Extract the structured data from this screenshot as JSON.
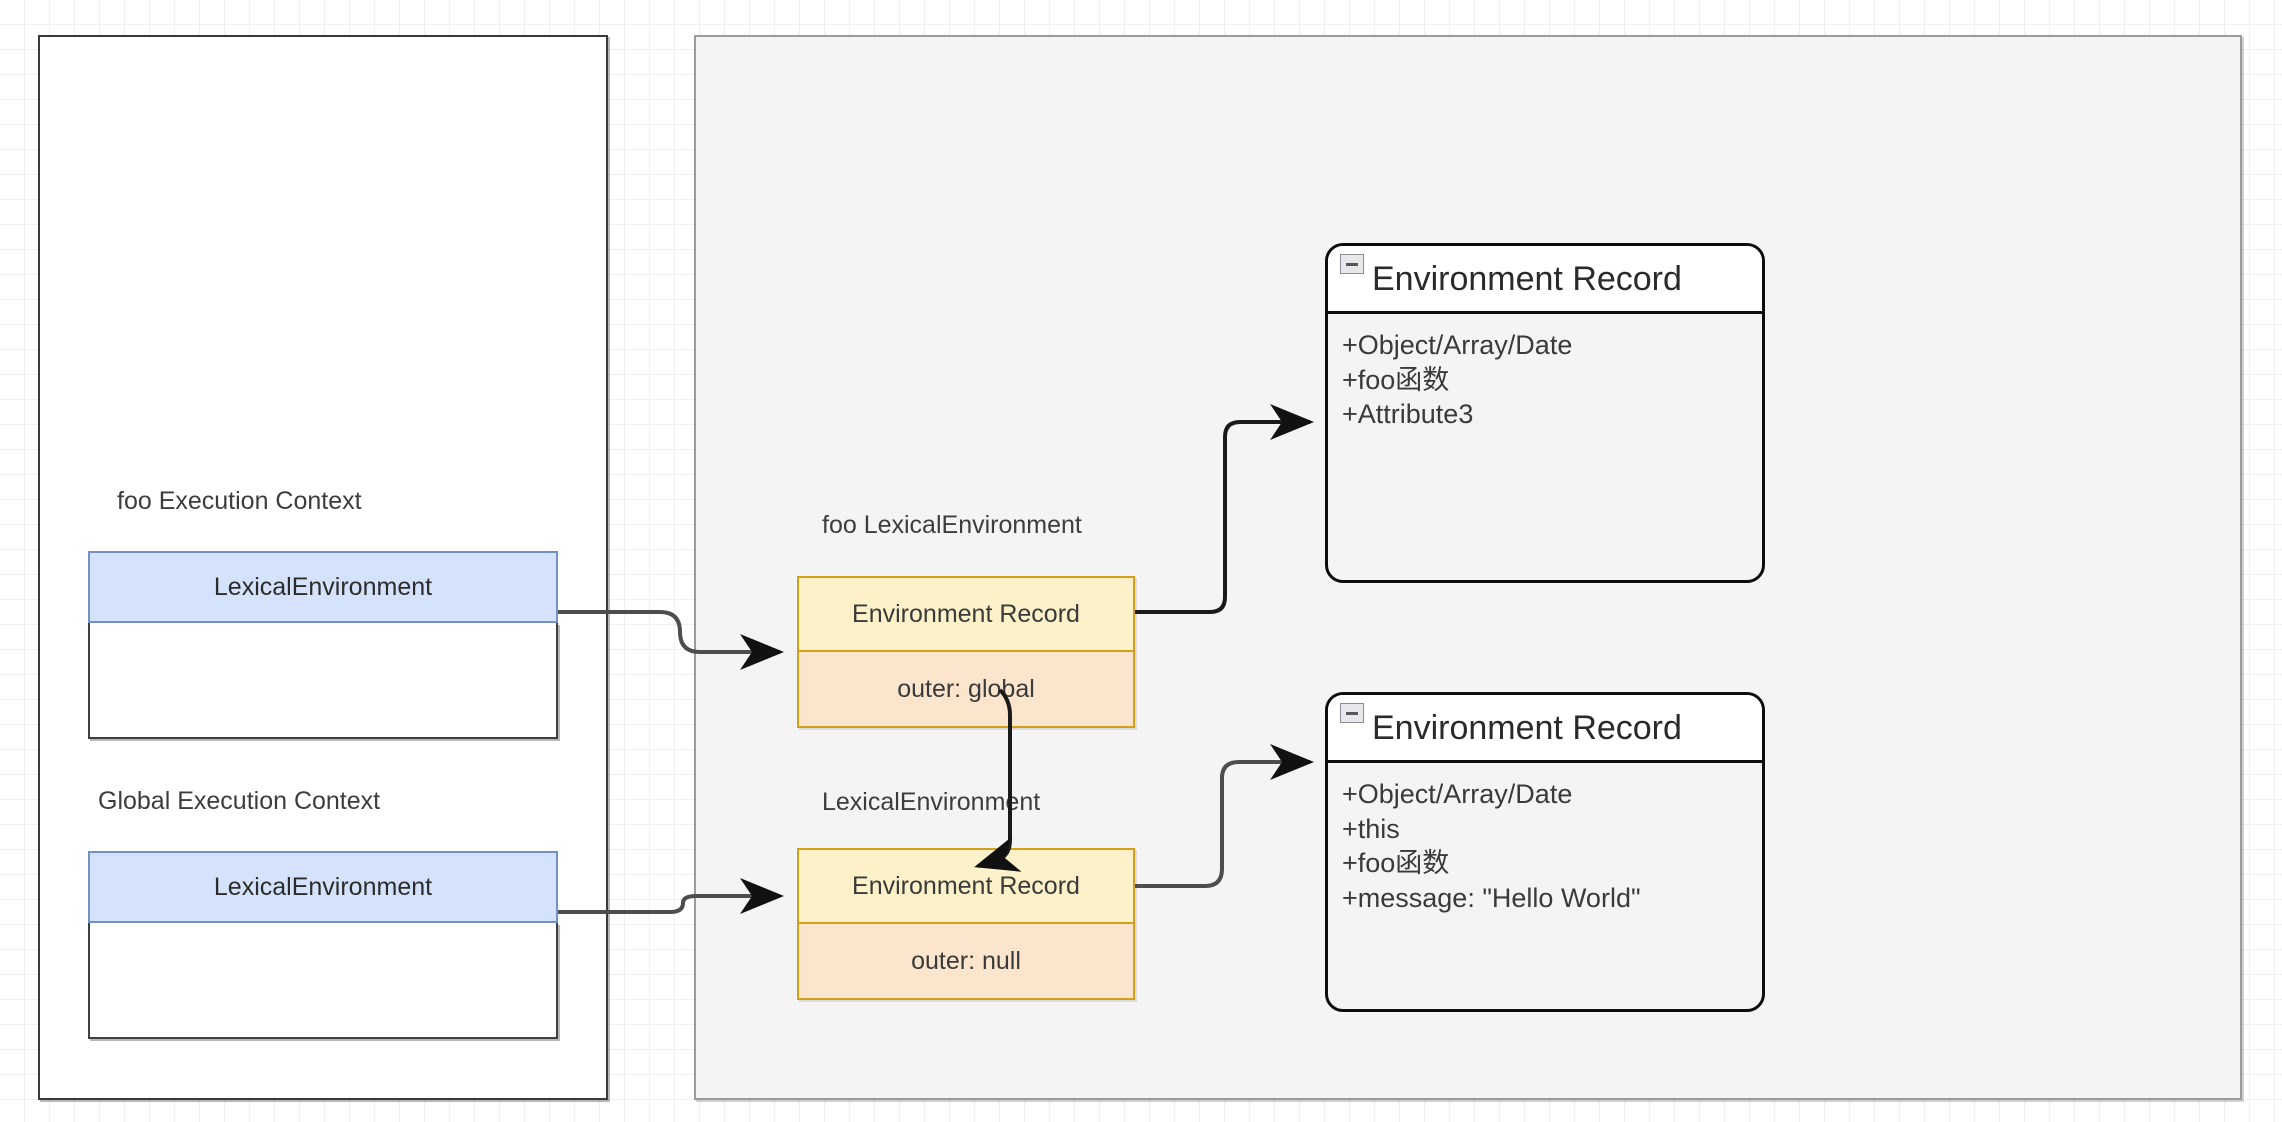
{
  "diagram": {
    "title": "JavaScript Lexical Environment Diagram",
    "colors": {
      "blue_header_fill": "#d4e3fb",
      "blue_header_stroke": "#7391c4",
      "yellow_header_fill": "#fcf1c9",
      "orange_body_fill": "#fce5cd",
      "orange_stroke": "#d4a017",
      "uml_fill": "#f4f4f4",
      "uml_stroke": "#0d0d0d",
      "panel_right_fill": "#f4f4f4",
      "grid_line": "#e0e0e0"
    }
  },
  "left_panel": {
    "contexts": [
      {
        "caption": "foo Execution Context",
        "header_label": "LexicalEnvironment"
      },
      {
        "caption": "Global Execution Context",
        "header_label": "LexicalEnvironment"
      }
    ]
  },
  "right_panel": {
    "lexical_environments": [
      {
        "caption": "foo LexicalEnvironment",
        "record_label": "Environment Record",
        "outer_label": "outer: global"
      },
      {
        "caption": "LexicalEnvironment",
        "record_label": "Environment Record",
        "outer_label": "outer: null"
      }
    ],
    "environment_records": [
      {
        "title": "Environment Record",
        "collapse_icon": "minus-square-icon",
        "attributes": [
          "+Object/Array/Date",
          "+foo函数",
          "+Attribute3"
        ]
      },
      {
        "title": "Environment Record",
        "collapse_icon": "minus-square-icon",
        "attributes": [
          "+Object/Array/Date",
          "+this",
          "+foo函数",
          "+message: \"Hello World\""
        ]
      }
    ]
  },
  "connectors": [
    {
      "name": "foo-lexenv-to-foo-record",
      "from": "foo Execution Context LexicalEnvironment",
      "to": "foo LexicalEnvironment Environment Record"
    },
    {
      "name": "global-lexenv-to-global-record",
      "from": "Global Execution Context LexicalEnvironment",
      "to": "LexicalEnvironment Environment Record"
    },
    {
      "name": "foo-record-to-upper-uml",
      "from": "foo LexicalEnvironment Environment Record",
      "to": "Environment Record (foo)"
    },
    {
      "name": "outer-global-to-global-lexenv",
      "from": "outer: global",
      "to": "LexicalEnvironment Environment Record"
    },
    {
      "name": "global-record-to-lower-uml",
      "from": "LexicalEnvironment Environment Record",
      "to": "Environment Record (global)"
    }
  ]
}
